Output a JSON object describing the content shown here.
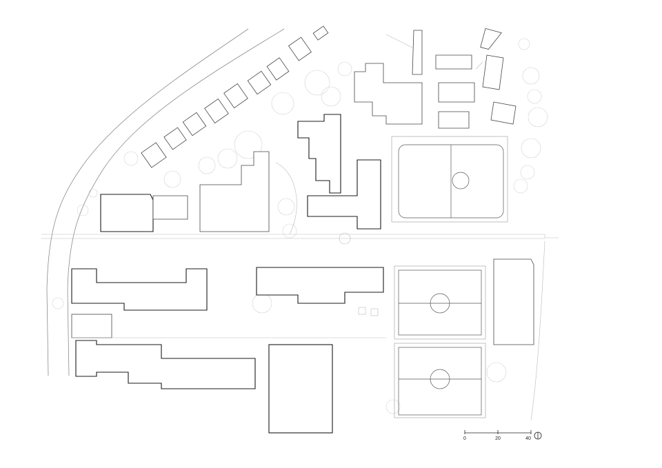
{
  "map": {
    "type": "site plan",
    "scale_bar": {
      "labels": [
        "0",
        "20",
        "40"
      ]
    },
    "icons": [
      "north-arrow-icon"
    ]
  }
}
